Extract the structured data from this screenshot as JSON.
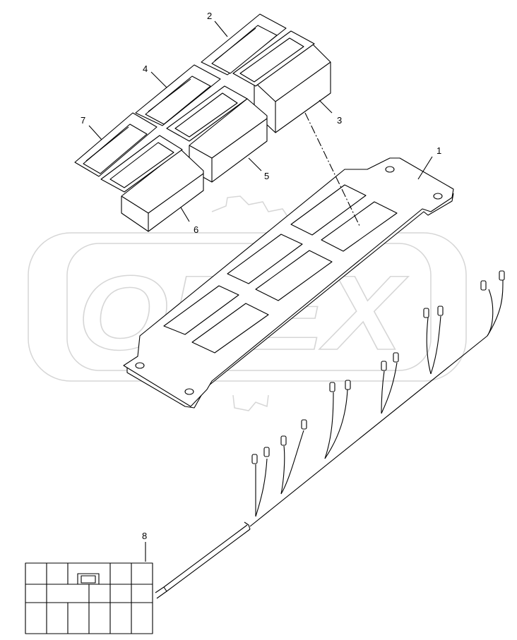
{
  "watermark": {
    "brand": "OPEX",
    "color": "#d8d8d8"
  },
  "colors": {
    "line": "#000000",
    "background": "#ffffff"
  },
  "callouts": [
    {
      "id": "1",
      "label": "1"
    },
    {
      "id": "2",
      "label": "2"
    },
    {
      "id": "3",
      "label": "3"
    },
    {
      "id": "4",
      "label": "4"
    },
    {
      "id": "5",
      "label": "5"
    },
    {
      "id": "6",
      "label": "6"
    },
    {
      "id": "7",
      "label": "7"
    },
    {
      "id": "8",
      "label": "8"
    }
  ]
}
